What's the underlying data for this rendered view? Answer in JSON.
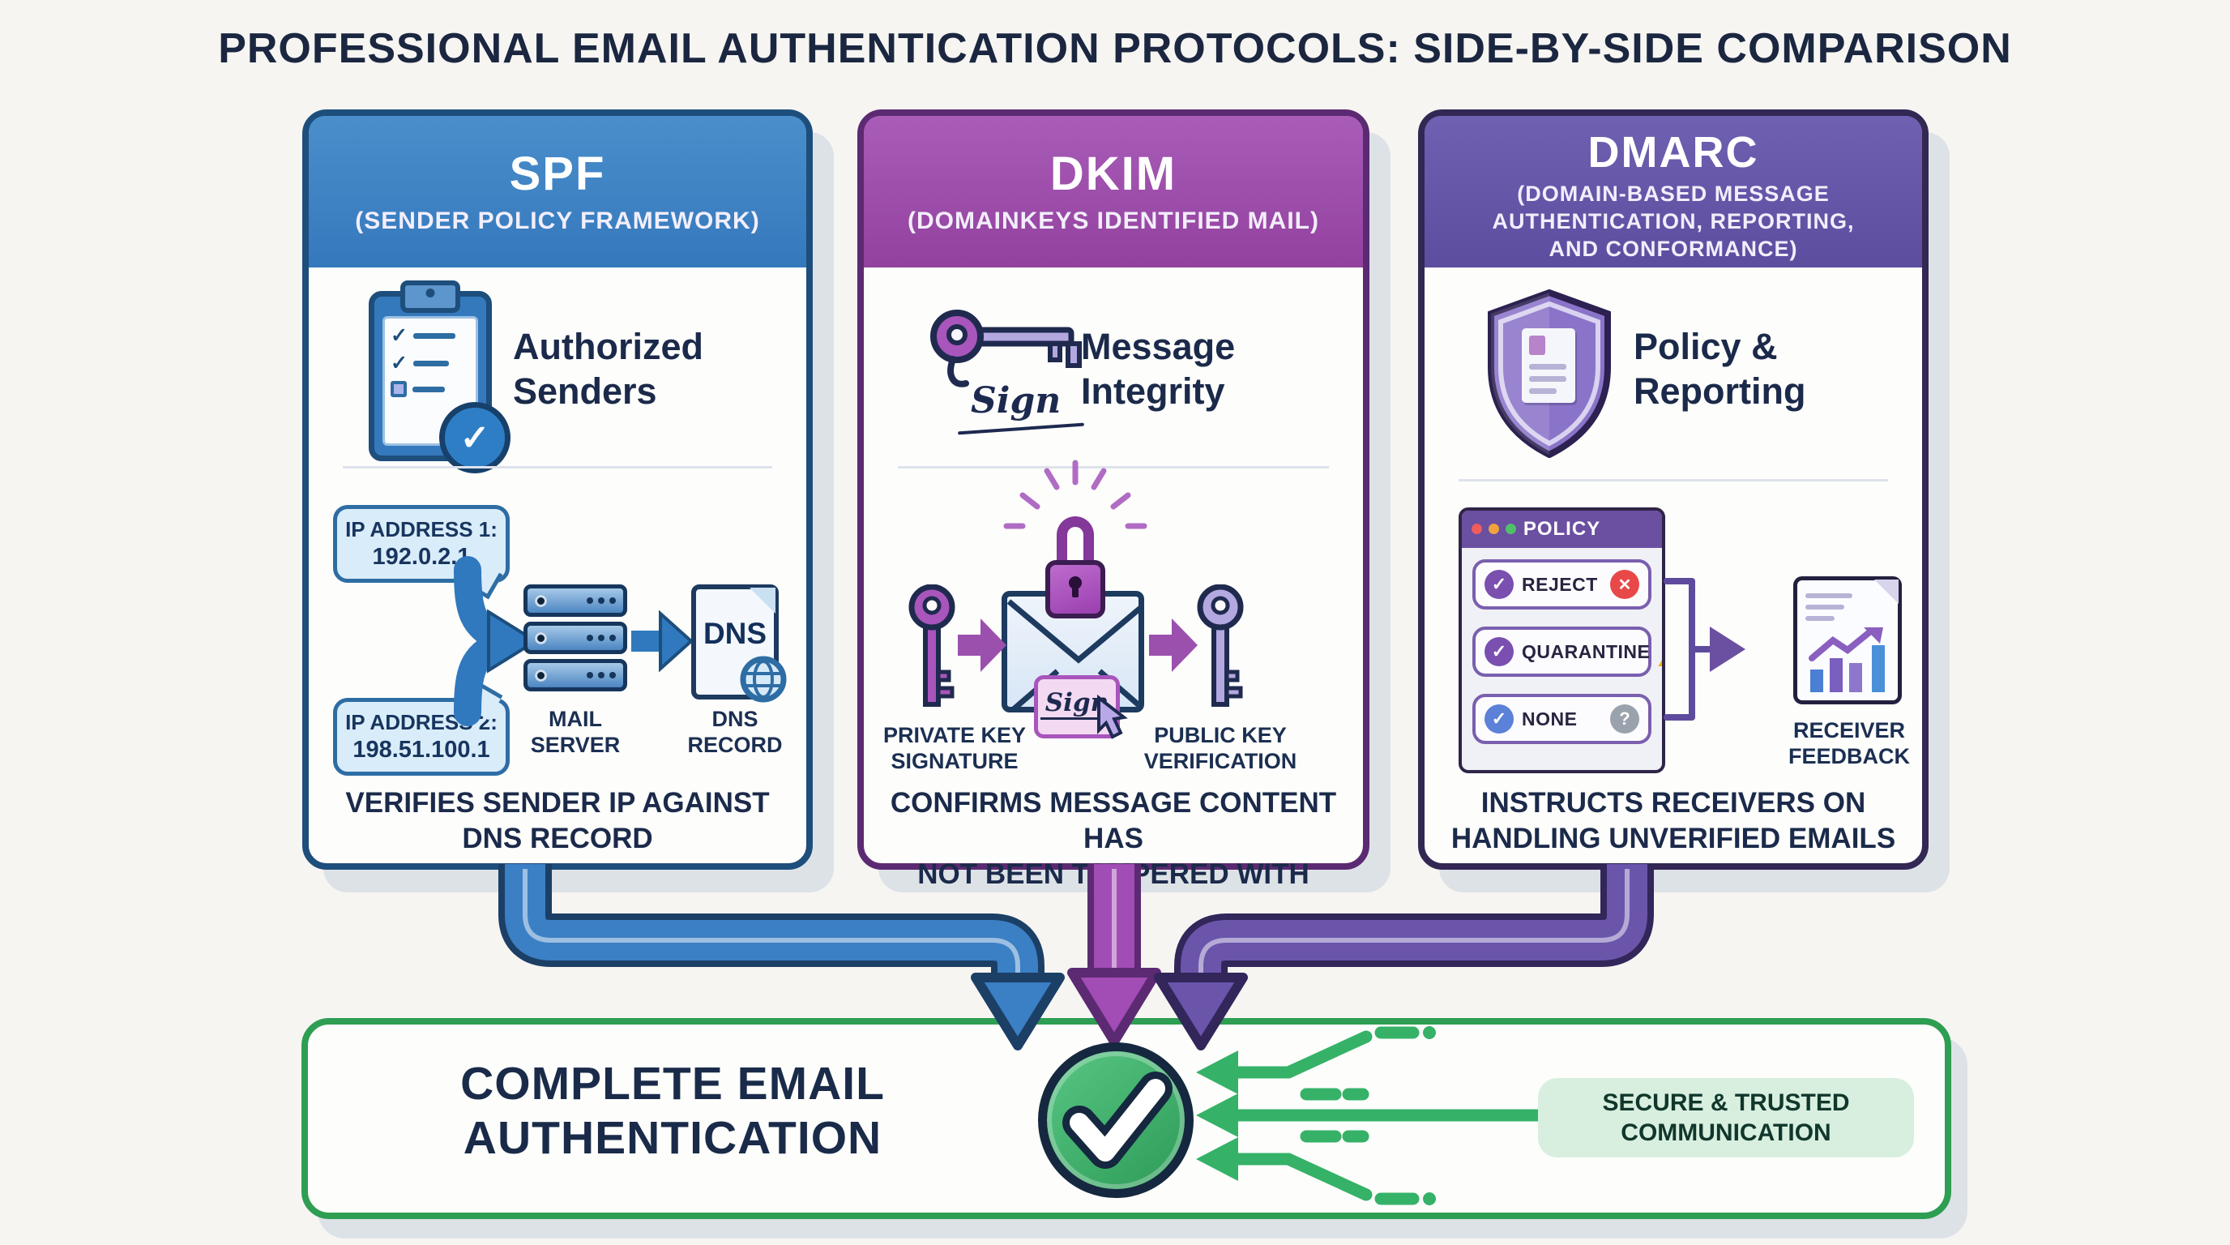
{
  "title": "PROFESSIONAL EMAIL AUTHENTICATION PROTOCOLS: SIDE-BY-SIDE COMPARISON",
  "cards": {
    "spf": {
      "title": "SPF",
      "subtitle": "(SENDER POLICY FRAMEWORK)",
      "feature": "Authorized\nSenders",
      "ip1_label": "IP ADDRESS 1:",
      "ip1_value": "192.0.2.1",
      "ip2_label": "IP ADDRESS 2:",
      "ip2_value": "198.51.100.1",
      "mail_server_label": "MAIL\nSERVER",
      "dns_doc_text": "DNS",
      "dns_record_label": "DNS\nRECORD",
      "caption": "VERIFIES SENDER IP AGAINST\nDNS RECORD"
    },
    "dkim": {
      "title": "DKIM",
      "subtitle": "(DOMAINKEYS IDENTIFIED MAIL)",
      "feature": "Message\nIntegrity",
      "signature_word": "Sign",
      "private_key_label": "PRIVATE KEY\nSIGNATURE",
      "public_key_label": "PUBLIC KEY\nVERIFICATION",
      "caption": "CONFIRMS MESSAGE CONTENT HAS\nNOT BEEN TAMPERED WITH"
    },
    "dmarc": {
      "title": "DMARC",
      "subtitle": "(DOMAIN-BASED MESSAGE\nAUTHENTICATION, REPORTING,\nAND CONFORMANCE)",
      "feature": "Policy &\nReporting",
      "window_title": "POLICY",
      "options": [
        {
          "label": "REJECT",
          "status": "reject"
        },
        {
          "label": "QUARANTINE",
          "status": "warning"
        },
        {
          "label": "NONE",
          "status": "question"
        }
      ],
      "receiver_label": "RECEIVER\nFEEDBACK",
      "caption": "INSTRUCTS RECEIVERS ON\nHANDLING UNVERIFIED EMAILS"
    }
  },
  "footer": {
    "title": "COMPLETE EMAIL\nAUTHENTICATION",
    "badge": "SECURE & TRUSTED\nCOMMUNICATION"
  },
  "colors": {
    "background": "#f6f5f2",
    "text_navy": "#1b2a4a",
    "spf_primary": "#3579bd",
    "spf_border": "#1d4e7c",
    "dkim_primary": "#9c4aa8",
    "dkim_border": "#5c2a72",
    "dmarc_primary": "#6657ab",
    "dmarc_border": "#332753",
    "success_green": "#2e9e52",
    "badge_bg": "#d8efdf",
    "reject_red": "#e84848",
    "quarantine_yellow": "#f5b40d",
    "none_gray": "#9aa3ad"
  }
}
